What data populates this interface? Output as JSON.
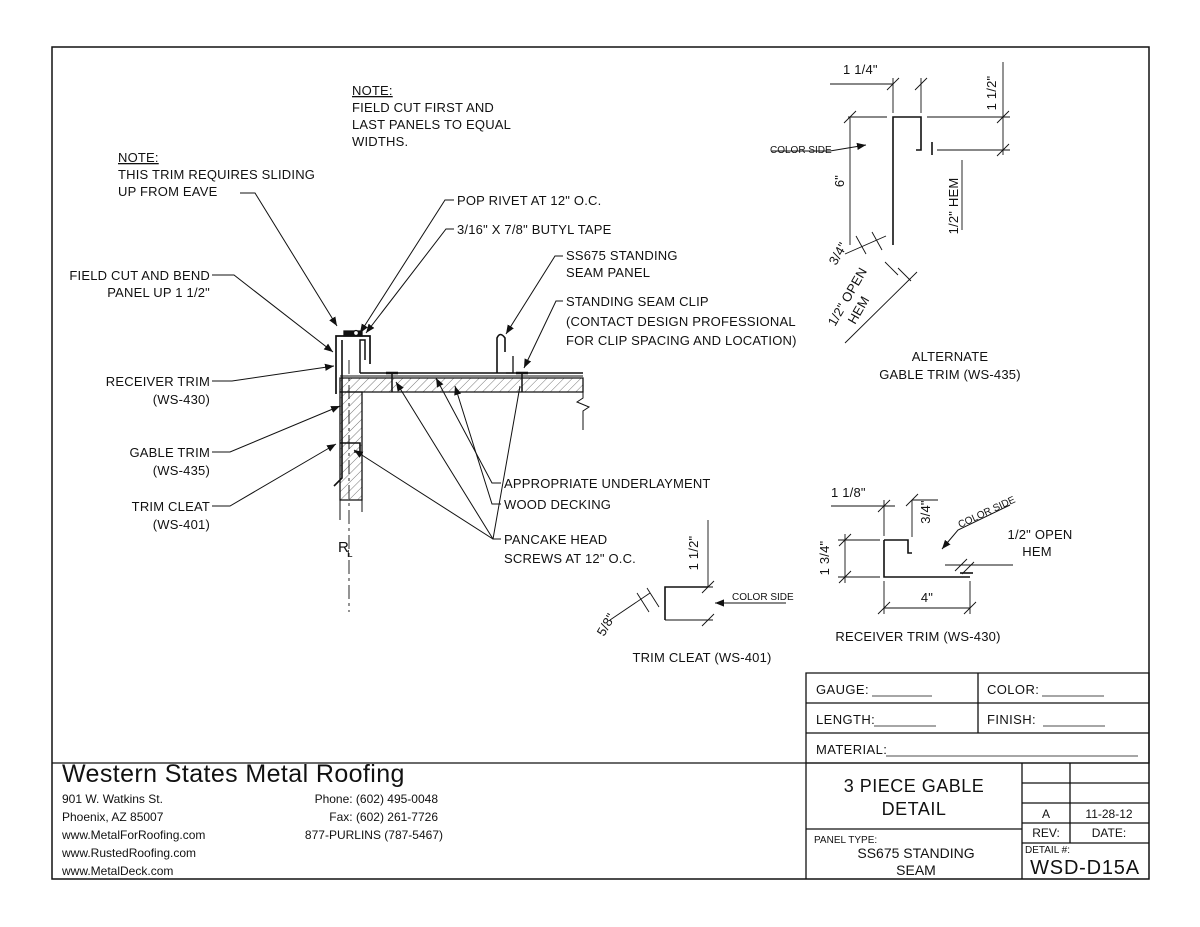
{
  "notes": {
    "note_heading_1": "NOTE:",
    "field_cut_lines": [
      "FIELD CUT FIRST AND",
      "LAST PANELS TO EQUAL",
      "WIDTHS."
    ],
    "note_heading_2": "NOTE:",
    "sliding_lines": [
      "THIS TRIM REQUIRES SLIDING",
      "UP FROM EAVE"
    ]
  },
  "callouts": {
    "field_cut_bend": [
      "FIELD CUT AND BEND",
      "PANEL UP 1 1/2\""
    ],
    "receiver_trim": [
      "RECEIVER TRIM",
      "(WS-430)"
    ],
    "gable_trim": [
      "GABLE TRIM",
      "(WS-435)"
    ],
    "trim_cleat": [
      "TRIM CLEAT",
      "(WS-401)"
    ],
    "pop_rivet": "POP RIVET AT 12\" O.C.",
    "butyl_tape": "3/16\" X 7/8\" BUTYL TAPE",
    "panel": [
      "SS675 STANDING",
      "SEAM PANEL"
    ],
    "clip": [
      "STANDING SEAM CLIP",
      "(CONTACT DESIGN PROFESSIONAL",
      "FOR CLIP SPACING AND LOCATION)"
    ],
    "underlayment": "APPROPRIATE UNDERLAYMENT",
    "decking": "WOOD DECKING",
    "screws": [
      "PANCAKE HEAD",
      "SCREWS AT 12\" O.C."
    ],
    "centerline": "R"
  },
  "alt_gable": {
    "dim_top": "1 1/4\"",
    "dim_right": "1 1/2\"",
    "color_side": "COLOR SIDE",
    "dim_height": "6\"",
    "hem": "1/2\" HEM",
    "dim_34": "3/4\"",
    "open_hem": [
      "1/2\" OPEN",
      "HEM"
    ],
    "caption": [
      "ALTERNATE",
      "GABLE TRIM (WS-435)"
    ]
  },
  "receiver_detail": {
    "dim_top": "1 1/8\"",
    "dim_34": "3/4\"",
    "color_side": "COLOR SIDE",
    "dim_height": "1 3/4\"",
    "open_hem": [
      "1/2\" OPEN",
      "HEM"
    ],
    "dim_width": "4\"",
    "caption": "RECEIVER TRIM (WS-430)"
  },
  "cleat_detail": {
    "dim_height": "1 1/2\"",
    "color_side": "COLOR SIDE",
    "dim_58": "5/8\"",
    "caption": "TRIM CLEAT (WS-401)"
  },
  "spec_fields": {
    "gauge": "GAUGE:",
    "color": "COLOR:",
    "length": "LENGTH:",
    "finish": "FINISH:",
    "material": "MATERIAL:"
  },
  "company": {
    "name": "Western States Metal Roofing",
    "address1": "901 W. Watkins St.",
    "address2": "Phoenix, AZ 85007",
    "web1": "www.MetalForRoofing.com",
    "web2": "www.RustedRoofing.com",
    "web3": "www.MetalDeck.com",
    "phone": "Phone: (602) 495-0048",
    "fax": "Fax: (602) 261-7726",
    "tollfree": "877-PURLINS (787-5467)"
  },
  "title_block": {
    "title_line1": "3 PIECE GABLE",
    "title_line2": "DETAIL",
    "panel_type_label": "PANEL TYPE:",
    "panel_type_line1": "SS675 STANDING",
    "panel_type_line2": "SEAM",
    "rev_value": "A",
    "date_value": "11-28-12",
    "rev_label": "REV:",
    "date_label": "DATE:",
    "detail_label": "DETAIL #:",
    "detail_number": "WSD-D15A"
  }
}
